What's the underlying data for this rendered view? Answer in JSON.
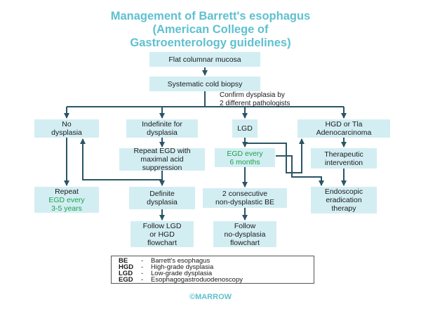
{
  "title": {
    "line1": "Management of Barrett's esophagus",
    "line2": "(American College of",
    "line3": "Gastroenterology guidelines)"
  },
  "boxes": {
    "flat": "Flat columnar mucosa",
    "biopsy": "Systematic cold biopsy",
    "no_dysplasia_1": "No",
    "no_dysplasia_2": "dysplasia",
    "indefinite_1": "Indefinite for",
    "indefinite_2": "dysplasia",
    "lgd": "LGD",
    "hgd_1": "HGD or Tla",
    "hgd_2": "Adenocarcinoma",
    "repeat_ppi_1": "Repeat EGD with",
    "repeat_ppi_2": "maximal acid",
    "repeat_ppi_3": "suppression",
    "egd6_1": "EGD every",
    "egd6_2": "6 months",
    "therapeutic_1": "Therapeutic",
    "therapeutic_2": "intervention",
    "repeat_1": "Repeat",
    "repeat_2": "EGD every",
    "repeat_3": "3-5 years",
    "definite_1": "Definite",
    "definite_2": "dysplasia",
    "two_consec_1": "2 consecutive",
    "two_consec_2": "non-dysplastic BE",
    "endoscopic_1": "Endoscopic",
    "endoscopic_2": "eradication",
    "endoscopic_3": "therapy",
    "follow_lgd_1": "Follow LGD",
    "follow_lgd_2": "or HGD",
    "follow_lgd_3": "flowchart",
    "follow_no_1": "Follow",
    "follow_no_2": "no-dysplasia",
    "follow_no_3": "flowchart"
  },
  "note": {
    "line1": "Confirm dysplasia by",
    "line2": "2 different pathologists"
  },
  "legend": [
    {
      "abbr": "BE",
      "dash": "-",
      "text": "Barrett's esophagus"
    },
    {
      "abbr": "HGD",
      "dash": "-",
      "text": "High-grade dysplasia"
    },
    {
      "abbr": "LGD",
      "dash": "-",
      "text": "Low-grade dysplasia"
    },
    {
      "abbr": "EGD",
      "dash": "-",
      "text": "Esophagogastroduodenoscopy"
    }
  ],
  "footer": "©MARROW",
  "colors": {
    "accent": "#5fc0cf",
    "box": "#d3eef3",
    "green": "#1aa24a",
    "line": "#2b5566"
  }
}
